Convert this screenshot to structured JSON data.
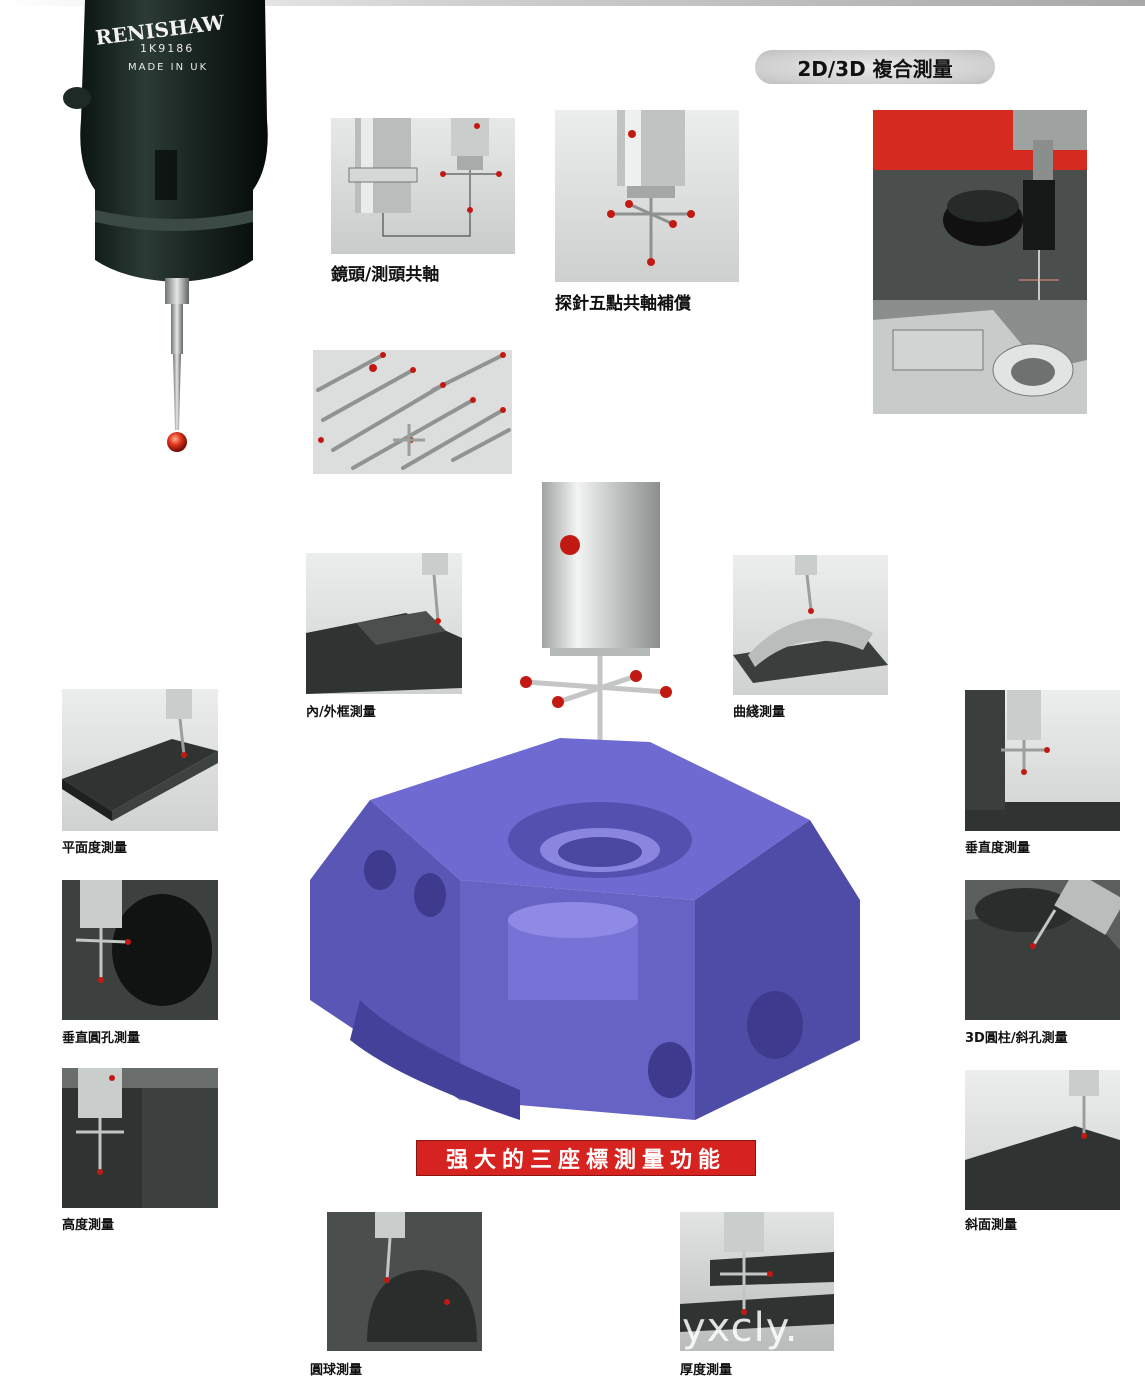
{
  "header": {
    "title": "2D/3D 複合測量"
  },
  "probe": {
    "brand": "RENISHAW",
    "model": "1K9186",
    "origin": "MADE IN UK"
  },
  "figures": {
    "lens_probe": "鏡頭/測頭共軸",
    "five_point": "探針五點共軸補償",
    "inner_outer": "內/外框測量",
    "curve": "曲綫測量",
    "flatness": "平面度測量",
    "perpendicularity": "垂直度測量",
    "vertical_hole": "垂直圓孔測量",
    "cylinder_hole": "3D圓柱/斜孔測量",
    "height": "高度測量",
    "slope": "斜面測量",
    "sphere": "圓球測量",
    "thickness": "厚度測量"
  },
  "banner": {
    "text": "强大的三座標測量功能"
  },
  "watermark": {
    "text": "yxcly."
  },
  "colors": {
    "accent_red": "#d7231f",
    "block_blue": "#6b66c8",
    "plate_dark": "#2f3331"
  }
}
